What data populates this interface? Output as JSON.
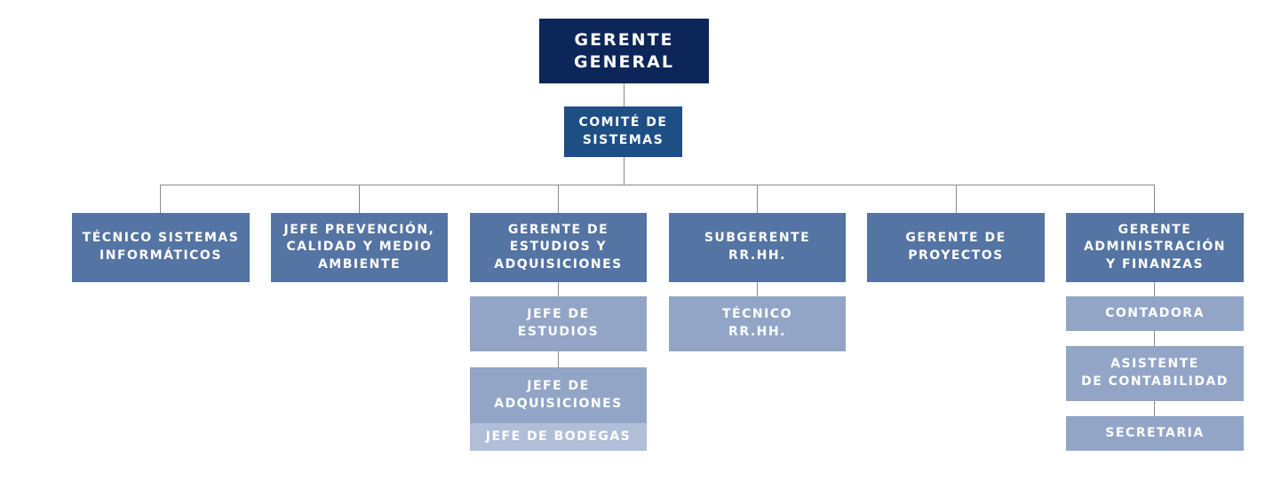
{
  "colors": {
    "level_0": "#0c2659",
    "level_1": "#1d4f85",
    "level_2": "#5474a3",
    "level_3": "#92a5c7",
    "level_4": "#b0bed8",
    "connector": "#8a8a8a"
  },
  "org_chart": {
    "root": "GERENTE\nGENERAL",
    "committee": "COMITÉ DE\nSISTEMAS",
    "departments": {
      "tecnico_sistemas": "TÉCNICO SISTEMAS\nINFORMÁTICOS",
      "jefe_prevencion": "JEFE PREVENCIÓN,\nCALIDAD Y MEDIO\nAMBIENTE",
      "gerente_estudios": "GERENTE DE\nESTUDIOS Y\nADQUISICIONES",
      "subgerente_rrhh": "SUBGERENTE\nRR.HH.",
      "gerente_proyectos": "GERENTE DE\nPROYECTOS",
      "gerente_administracion": "GERENTE\nADMINISTRACIÓN\nY FINANZAS"
    },
    "estudios_children": {
      "jefe_estudios": "JEFE DE\nESTUDIOS",
      "jefe_adquisiciones": "JEFE DE\nADQUISICIONES",
      "jefe_bodegas": "JEFE DE BODEGAS"
    },
    "rrhh_children": {
      "tecnico_rrhh": "TÉCNICO\nRR.HH."
    },
    "administracion_children": {
      "contadora": "CONTADORA",
      "asistente_contabilidad": "ASISTENTE\nDE CONTABILIDAD",
      "secretaria": "SECRETARIA"
    }
  }
}
